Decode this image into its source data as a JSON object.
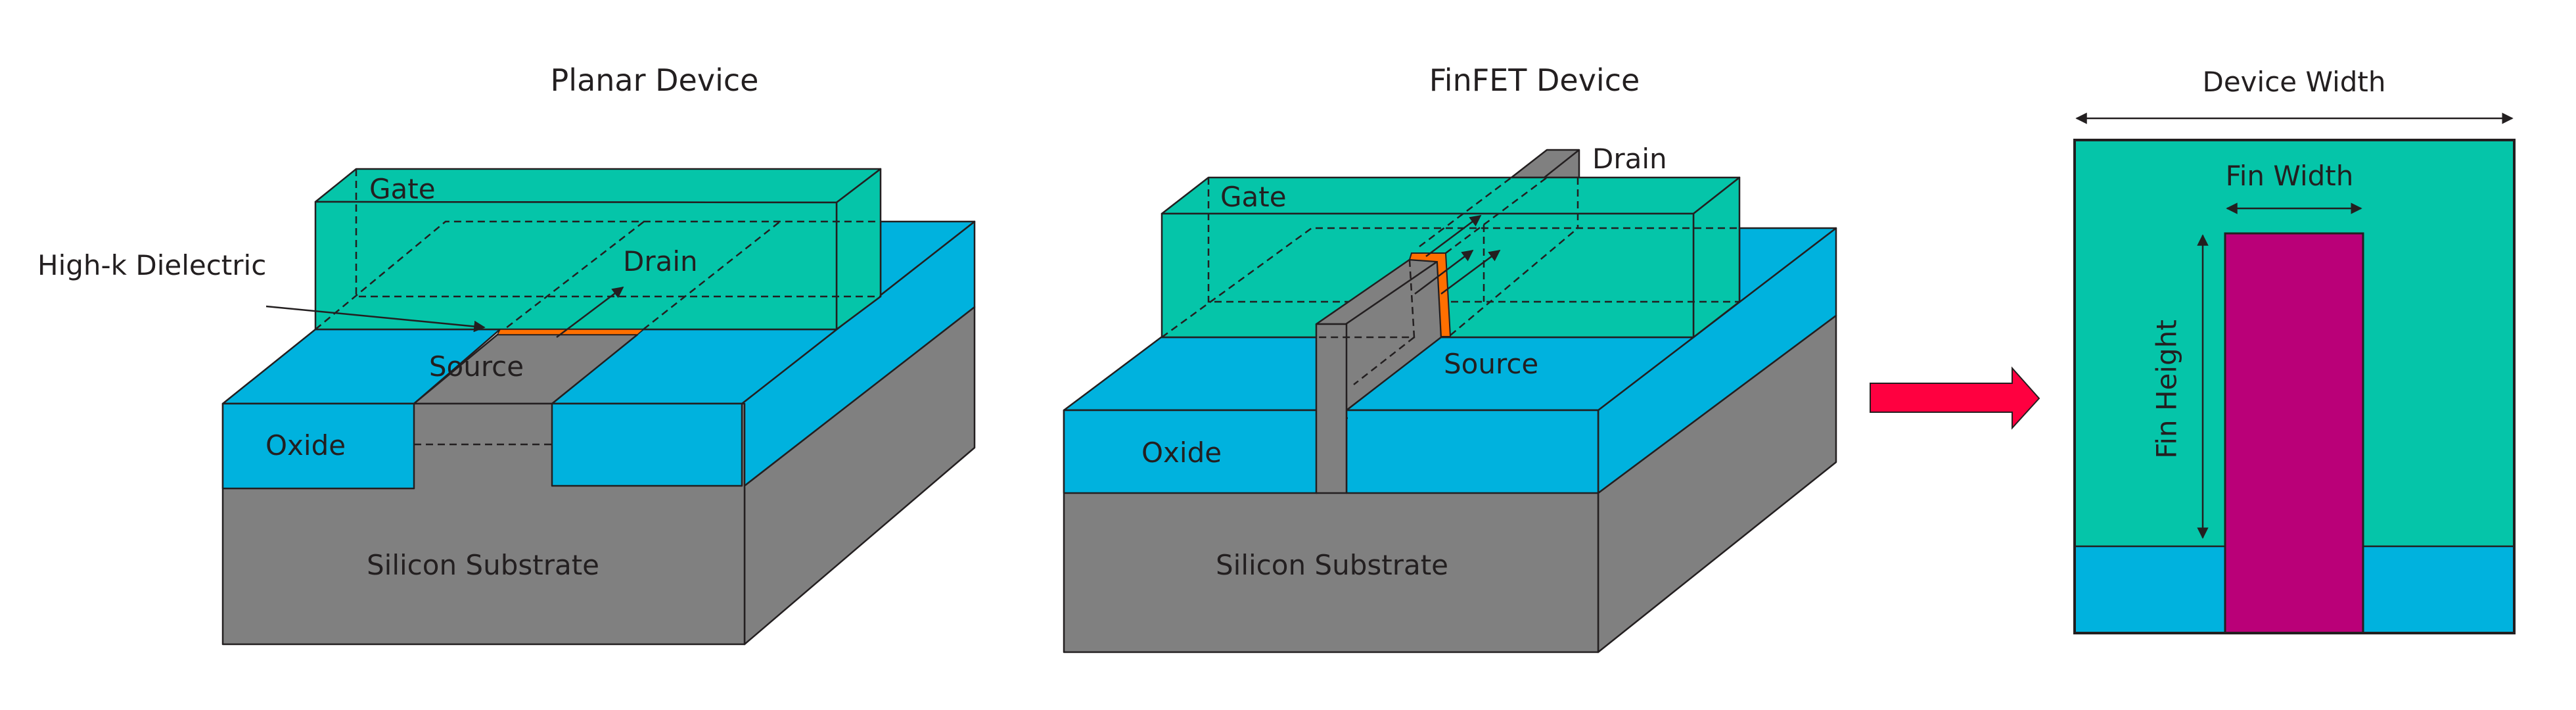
{
  "colors": {
    "gate": "#05c5a9",
    "oxide": "#00b2de",
    "silicon": "#808080",
    "dielectric": "#ff6f00",
    "fin_cross_section": "#ba0078",
    "transition_arrow": "#ff0040",
    "outline": "#231f20"
  },
  "planar": {
    "title": "Planar Device",
    "gate_label": "Gate",
    "drain_label": "Drain",
    "source_label": "Source",
    "oxide_label": "Oxide",
    "substrate_label": "Silicon Substrate",
    "dielectric_label": "High-k Dielectric"
  },
  "finfet": {
    "title": "FinFET Device",
    "gate_label": "Gate",
    "drain_label": "Drain",
    "source_label": "Source",
    "oxide_label": "Oxide",
    "substrate_label": "Silicon Substrate"
  },
  "cross_section": {
    "device_width_label": "Device Width",
    "fin_width_label": "Fin Width",
    "fin_height_label": "Fin Height"
  }
}
